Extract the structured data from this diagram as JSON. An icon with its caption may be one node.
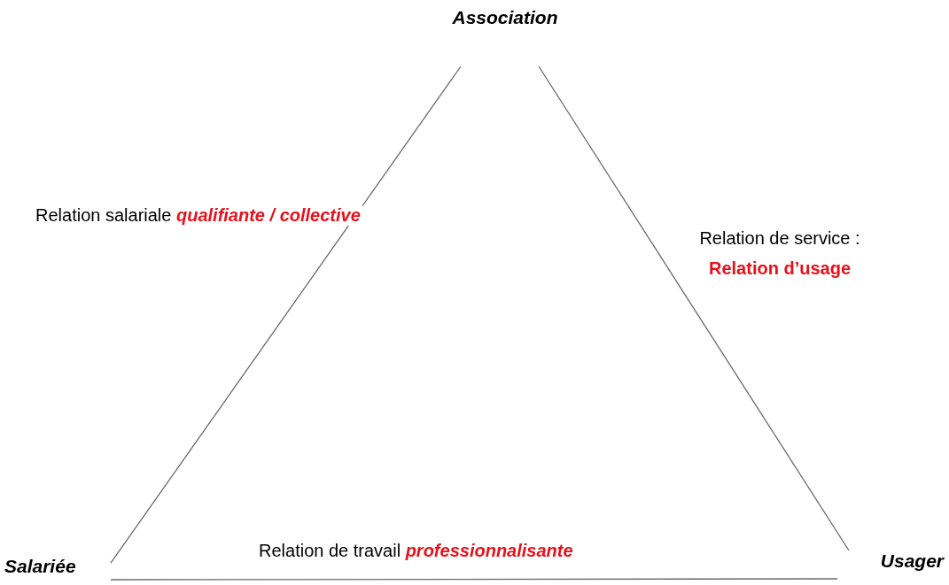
{
  "diagram": {
    "nodes": [
      {
        "text": [
          "Association"
        ]
      },
      {
        "text": [
          "Salariée"
        ]
      },
      {
        "text": [
          "Usager"
        ]
      }
    ],
    "edges": [
      {
        "from": 0,
        "to": 1,
        "arrow": "none",
        "label": "Relation salariale *qualifiante / collective*"
      },
      {
        "from": 0,
        "to": 2,
        "arrow": "none",
        "label": "Relation de service : **Relation d’usage**"
      },
      {
        "from": 1,
        "to": 2,
        "arrow": "none",
        "label": "Relation de travail *professionnalisante*"
      }
    ]
  }
}
